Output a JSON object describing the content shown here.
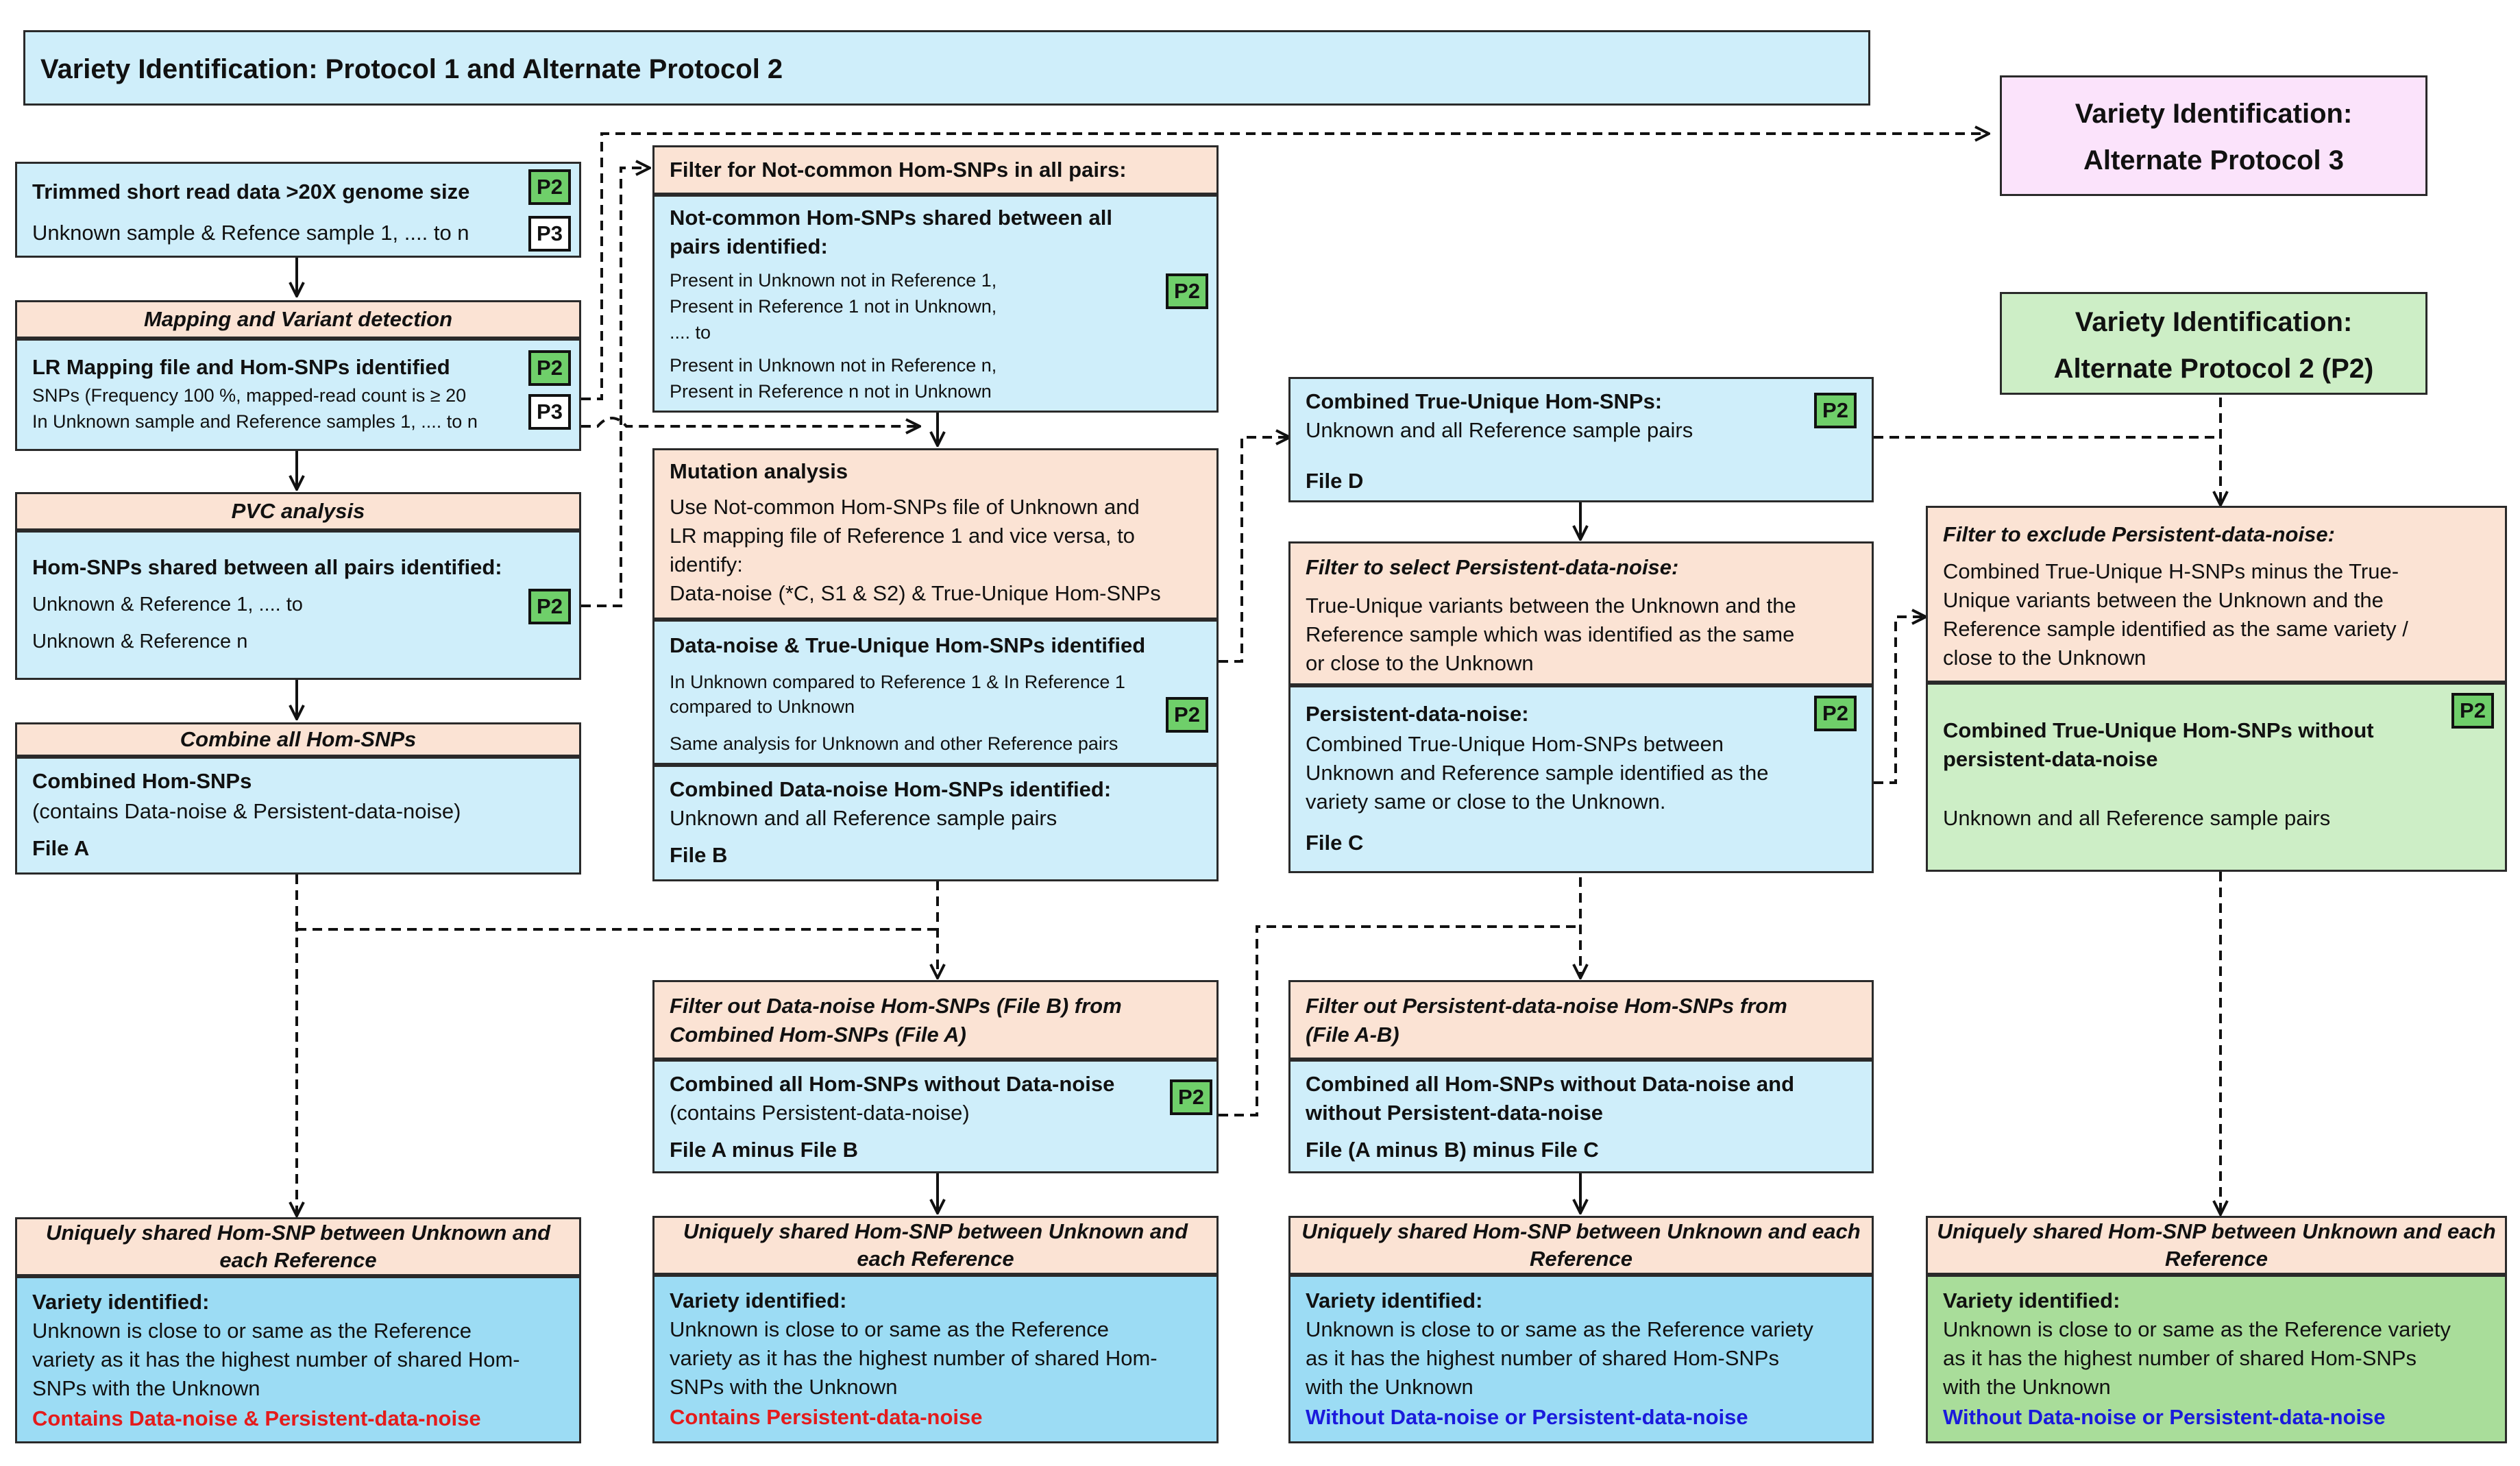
{
  "title": "Variety Identification: Protocol 1 and Alternate Protocol 2",
  "protocol3_box": {
    "line1": "Variety Identification:",
    "line2": "Alternate Protocol 3"
  },
  "protocol2_box": {
    "line1": "Variety Identification:",
    "line2": "Alternate Protocol 2 (P2)"
  },
  "badges": {
    "p2": "P2",
    "p3": "P3"
  },
  "col1": {
    "input": {
      "line1": "Trimmed short read data >20X genome size",
      "line2": "Unknown sample & Refence sample 1, .... to n"
    },
    "mapping_header": "Mapping and Variant detection",
    "mapping": {
      "title": "LR Mapping file and Hom-SNPs identified",
      "line1": "SNPs (Frequency 100 %, mapped-read count is ≥ 20",
      "line2": "In Unknown sample and Reference samples 1, .... to n"
    },
    "pvc_header": "PVC analysis",
    "pvc": {
      "title": "Hom-SNPs shared between all pairs identified:",
      "line1": "Unknown & Reference 1,  .... to",
      "line2": "Unknown & Reference n"
    },
    "combine_header": "Combine all Hom-SNPs",
    "combine": {
      "title": "Combined Hom-SNPs",
      "line1": "(contains Data-noise & Persistent-data-noise)",
      "file": "File A"
    },
    "result_header": "Uniquely shared Hom-SNP between Unknown and each Reference",
    "result": {
      "title": "Variety identified:",
      "line1": "Unknown is close to or same as the Reference",
      "line2": "variety as it has the highest number of shared Hom-",
      "line3": "SNPs with the Unknown",
      "note": "Contains Data-noise & Persistent-data-noise"
    }
  },
  "col2": {
    "filter_header": "Filter for Not-common Hom-SNPs in all pairs:",
    "filter": {
      "title1": "Not-common Hom-SNPs shared between all",
      "title2": "pairs identified:",
      "line1": "Present in Unknown not in Reference 1,",
      "line2": "Present in Reference 1 not in Unknown,",
      "line3": ".... to",
      "line4": "Present in Unknown not in Reference n,",
      "line5": "Present in Reference n not in Unknown"
    },
    "mutation": {
      "title": "Mutation analysis",
      "line1": "Use Not-common Hom-SNPs file of Unknown and",
      "line2": "LR mapping file of Reference 1 and vice versa, to",
      "line3": "identify:",
      "line4": "Data-noise (*C, S1 & S2) & True-Unique Hom-SNPs"
    },
    "datanoise": {
      "title": "Data-noise & True-Unique Hom-SNPs identified",
      "line1": "In Unknown compared to Reference 1 & In Reference 1",
      "line2": "compared to Unknown",
      "line3": "Same analysis for Unknown and other Reference pairs"
    },
    "combined_dn": {
      "title": "Combined Data-noise Hom-SNPs identified:",
      "line1": "Unknown and all Reference sample pairs",
      "file": "File B"
    },
    "filterout_header": {
      "line1": "Filter out Data-noise Hom-SNPs (File B) from",
      "line2": "Combined Hom-SNPs (File A)"
    },
    "filterout": {
      "title": "Combined all Hom-SNPs without Data-noise",
      "line1": "(contains Persistent-data-noise)",
      "file": "File A minus File B"
    },
    "result_header": "Uniquely shared Hom-SNP between Unknown and each Reference",
    "result": {
      "title": "Variety identified:",
      "line1": "Unknown is close to or same as the Reference",
      "line2": "variety as it has the highest number of shared Hom-",
      "line3": "SNPs with the Unknown",
      "note": "Contains Persistent-data-noise"
    }
  },
  "col3": {
    "true_unique": {
      "title": "Combined True-Unique Hom-SNPs:",
      "line1": "Unknown and all Reference sample pairs",
      "file": "File D"
    },
    "persistent_header": "Filter to select Persistent-data-noise:",
    "persistent_desc": {
      "line1": "True-Unique variants between the Unknown and the",
      "line2": "Reference sample which was identified as the same",
      "line3": "or close to the Unknown"
    },
    "persistent": {
      "title": "Persistent-data-noise:",
      "line1": "Combined True-Unique Hom-SNPs between",
      "line2": "Unknown and Reference sample identified as the",
      "line3": "variety same or close to the Unknown.",
      "file": "File C"
    },
    "filterout_header": {
      "line1": "Filter out Persistent-data-noise Hom-SNPs  from",
      "line2": "(File A-B)"
    },
    "filterout": {
      "title1": "Combined all Hom-SNPs without Data-noise and",
      "title2": "without Persistent-data-noise",
      "file": "File (A minus B) minus File C"
    },
    "result_header": "Uniquely shared Hom-SNP between Unknown and each Reference",
    "result": {
      "title": "Variety identified:",
      "line1": "Unknown is close to or same as the Reference variety",
      "line2": "as it has the highest number of shared Hom-SNPs",
      "line3": "with the Unknown",
      "note": "Without Data-noise or Persistent-data-noise"
    }
  },
  "col4": {
    "exclude_header": "Filter to exclude Persistent-data-noise:",
    "exclude_desc": {
      "line1": "Combined True-Unique H-SNPs minus the True-",
      "line2": "Unique variants between the Unknown and the",
      "line3": "Reference sample identified as the same variety /",
      "line4": "close to the Unknown"
    },
    "exclude": {
      "title1": "Combined True-Unique Hom-SNPs without",
      "title2": "persistent-data-noise",
      "line1": "Unknown and all Reference sample pairs"
    },
    "result_header": "Uniquely shared Hom-SNP between Unknown and each Reference",
    "result": {
      "title": "Variety identified:",
      "line1": "Unknown is close to or same as the Reference variety",
      "line2": "as it has the highest number of shared Hom-SNPs",
      "line3": "with the Unknown",
      "note": "Without Data-noise or Persistent-data-noise"
    }
  }
}
